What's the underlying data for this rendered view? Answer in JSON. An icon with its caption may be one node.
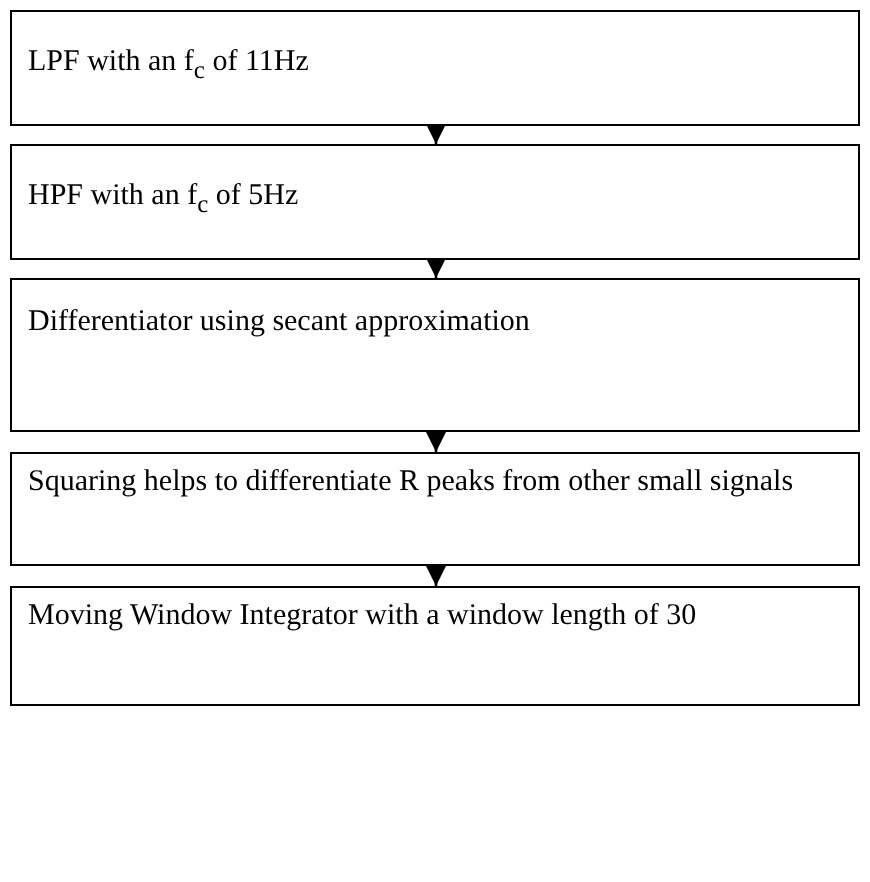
{
  "diagram": {
    "nodes": [
      {
        "text": [
          "LPF with an f$_{c}$ of 11Hz"
        ]
      },
      {
        "text": [
          "HPF with an f$_{c}$ of 5Hz"
        ]
      },
      {
        "text": [
          "Differentiator using secant approximation"
        ]
      },
      {
        "text": [
          "Squaring helps to differentiate R peaks from other small signals"
        ]
      },
      {
        "text": [
          "Moving Window Integrator with a window length of 30"
        ]
      }
    ],
    "edges": [
      {
        "from": 0,
        "to": 1,
        "arrow": "to"
      },
      {
        "from": 1,
        "to": 2,
        "arrow": "to"
      },
      {
        "from": 2,
        "to": 3,
        "arrow": "to"
      },
      {
        "from": 3,
        "to": 4,
        "arrow": "to"
      }
    ]
  }
}
